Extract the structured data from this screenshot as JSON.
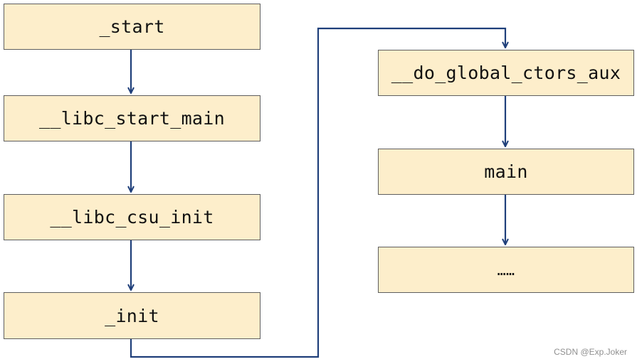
{
  "diagram": {
    "nodes": [
      {
        "id": "start",
        "label": "_start"
      },
      {
        "id": "libc-start-main",
        "label": "__libc_start_main"
      },
      {
        "id": "libc-csu-init",
        "label": "__libc_csu_init"
      },
      {
        "id": "init",
        "label": "_init"
      },
      {
        "id": "do-global-ctors-aux",
        "label": "__do_global_ctors_aux"
      },
      {
        "id": "main",
        "label": "main"
      },
      {
        "id": "ellipsis",
        "label": "……"
      }
    ],
    "edges": [
      {
        "from": "start",
        "to": "libc-start-main"
      },
      {
        "from": "libc-start-main",
        "to": "libc-csu-init"
      },
      {
        "from": "libc-csu-init",
        "to": "init"
      },
      {
        "from": "init",
        "to": "do-global-ctors-aux"
      },
      {
        "from": "do-global-ctors-aux",
        "to": "main"
      },
      {
        "from": "main",
        "to": "ellipsis"
      }
    ],
    "colors": {
      "box_fill": "#fdeecb",
      "box_border": "#5e5e5e",
      "arrow": "#1f3f7a"
    }
  },
  "watermark": "CSDN @Exp.Joker"
}
